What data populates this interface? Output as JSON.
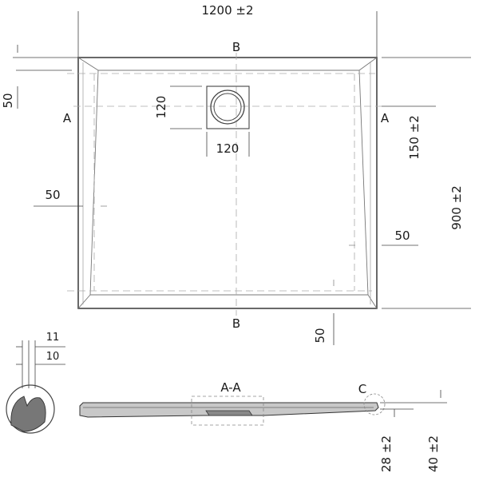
{
  "drawing": {
    "top": {
      "width_dim": "1200 ±2",
      "section_b_top": "B",
      "section_b_bottom": "B",
      "section_a_left": "A",
      "section_a_right": "A",
      "left_offset_50": "50",
      "drain_height_120": "120",
      "drain_width_120": "120",
      "drain_offset_150": "150 ±2",
      "side_50_left": "50",
      "side_50_right": "50",
      "height_dim": "900 ±2",
      "bottom_50": "50"
    },
    "detail": {
      "dim_11": "11",
      "dim_10": "10"
    },
    "section": {
      "title": "A-A",
      "detail_mark": "C",
      "thickness_28": "28 ±2",
      "thickness_40": "40 ±2"
    }
  }
}
